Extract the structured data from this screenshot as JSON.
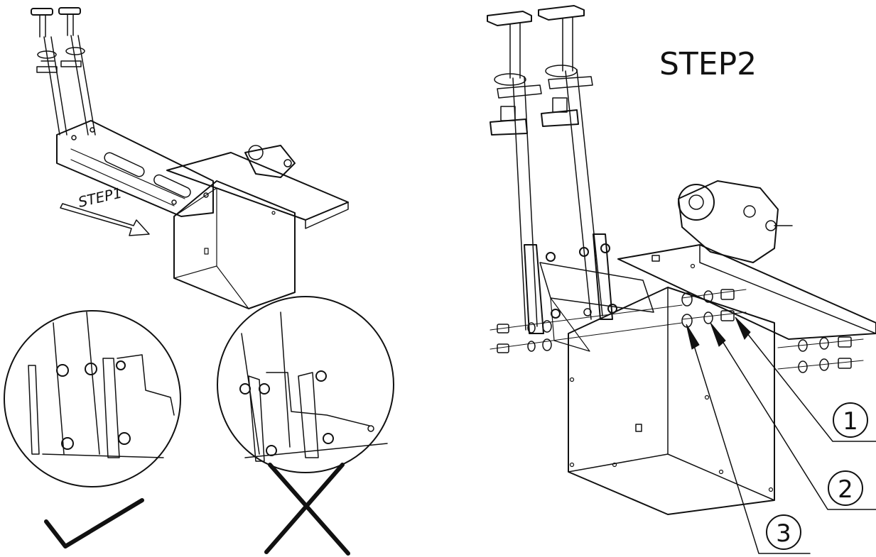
{
  "step1": {
    "label": "STEP1"
  },
  "step2": {
    "label": "STEP2"
  },
  "callouts": [
    {
      "number": "1"
    },
    {
      "number": "2"
    },
    {
      "number": "3"
    }
  ],
  "detail_views": {
    "correct": {
      "mark_icon": "check-mark-icon"
    },
    "incorrect": {
      "mark_icon": "cross-mark-icon"
    }
  },
  "colors": {
    "line": "#111111",
    "background": "#ffffff"
  }
}
